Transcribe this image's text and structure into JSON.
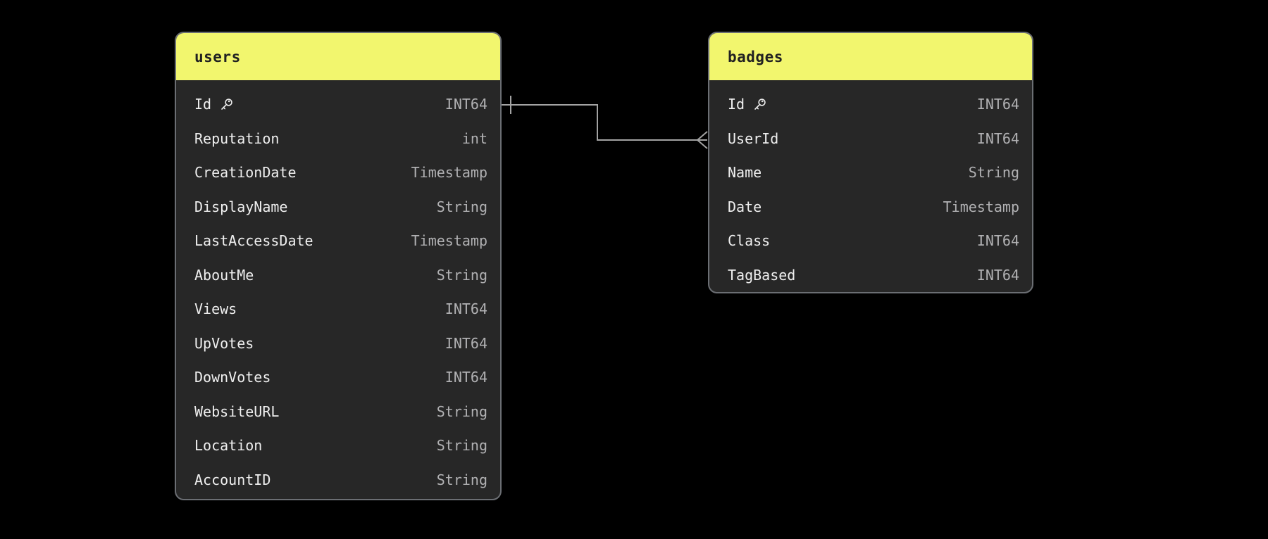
{
  "colors": {
    "background": "#000000",
    "card_body": "#272727",
    "card_border": "#6b6e73",
    "header_bg": "#f2f66e",
    "header_text": "#212121",
    "field_text": "#efefef",
    "type_text": "#b1b1b3",
    "connector": "#a3a3a3"
  },
  "icons": {
    "primary_key": "key-icon"
  },
  "tables": [
    {
      "name": "users",
      "fields": [
        {
          "name": "Id",
          "type": "INT64",
          "primary_key": true
        },
        {
          "name": "Reputation",
          "type": "int",
          "primary_key": false
        },
        {
          "name": "CreationDate",
          "type": "Timestamp",
          "primary_key": false
        },
        {
          "name": "DisplayName",
          "type": "String",
          "primary_key": false
        },
        {
          "name": "LastAccessDate",
          "type": "Timestamp",
          "primary_key": false
        },
        {
          "name": "AboutMe",
          "type": "String",
          "primary_key": false
        },
        {
          "name": "Views",
          "type": "INT64",
          "primary_key": false
        },
        {
          "name": "UpVotes",
          "type": "INT64",
          "primary_key": false
        },
        {
          "name": "DownVotes",
          "type": "INT64",
          "primary_key": false
        },
        {
          "name": "WebsiteURL",
          "type": "String",
          "primary_key": false
        },
        {
          "name": "Location",
          "type": "String",
          "primary_key": false
        },
        {
          "name": "AccountID",
          "type": "String",
          "primary_key": false
        }
      ]
    },
    {
      "name": "badges",
      "fields": [
        {
          "name": "Id",
          "type": "INT64",
          "primary_key": true
        },
        {
          "name": "UserId",
          "type": "INT64",
          "primary_key": false
        },
        {
          "name": "Name",
          "type": "String",
          "primary_key": false
        },
        {
          "name": "Date",
          "type": "Timestamp",
          "primary_key": false
        },
        {
          "name": "Class",
          "type": "INT64",
          "primary_key": false
        },
        {
          "name": "TagBased",
          "type": "INT64",
          "primary_key": false
        }
      ]
    }
  ],
  "relationship": {
    "from_table": "users",
    "from_field": "Id",
    "from_cardinality": "one",
    "to_table": "badges",
    "to_field": "UserId",
    "to_cardinality": "many"
  }
}
